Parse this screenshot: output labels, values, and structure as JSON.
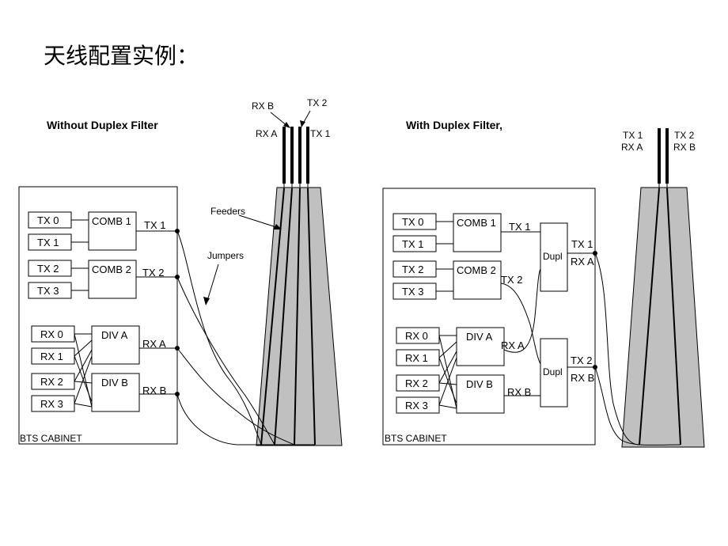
{
  "title": "天线配置实例：",
  "left": {
    "heading": "Without Duplex Filter",
    "cabinet_label": "BTS CABINET",
    "tx_inputs": [
      "TX 0",
      "TX 1",
      "TX 2",
      "TX 3"
    ],
    "rx_inputs": [
      "RX 0",
      "RX 1",
      "RX 2",
      "RX 3"
    ],
    "combiners": [
      "COMB 1",
      "COMB 2"
    ],
    "diversity": [
      "DIV A",
      "DIV B"
    ],
    "ports": [
      "TX 1",
      "TX 2",
      "RX A",
      "RX B"
    ],
    "feeders_label": "Feeders",
    "jumpers_label": "Jumpers",
    "antenna_labels": {
      "rx_b": "RX B",
      "tx_2": "TX 2",
      "rx_a": "RX A",
      "tx_1": "TX 1"
    }
  },
  "right": {
    "heading": "With Duplex Filter,",
    "cabinet_label": "BTS CABINET",
    "tx_inputs": [
      "TX 0",
      "TX 1",
      "TX 2",
      "TX 3"
    ],
    "rx_inputs": [
      "RX 0",
      "RX 1",
      "RX 2",
      "RX 3"
    ],
    "combiners": [
      "COMB 1",
      "COMB 2"
    ],
    "diversity": [
      "DIV A",
      "DIV B"
    ],
    "duplexers": [
      "Dupl",
      "Dupl"
    ],
    "wire_labels": {
      "tx1": "TX 1",
      "tx2": "TX 2",
      "rxa": "RX A",
      "rxb": "RX B"
    },
    "port_labels": {
      "p1_tx": "TX 1",
      "p1_rx": "RX A",
      "p2_tx": "TX 2",
      "p2_rx": "RX B"
    },
    "antenna_labels": {
      "left_top": "TX 1",
      "left_bottom": "RX A",
      "right_top": "TX 2",
      "right_bottom": "RX B"
    }
  },
  "colors": {
    "antenna_fill": "#c0c0c0",
    "line": "#000000"
  }
}
